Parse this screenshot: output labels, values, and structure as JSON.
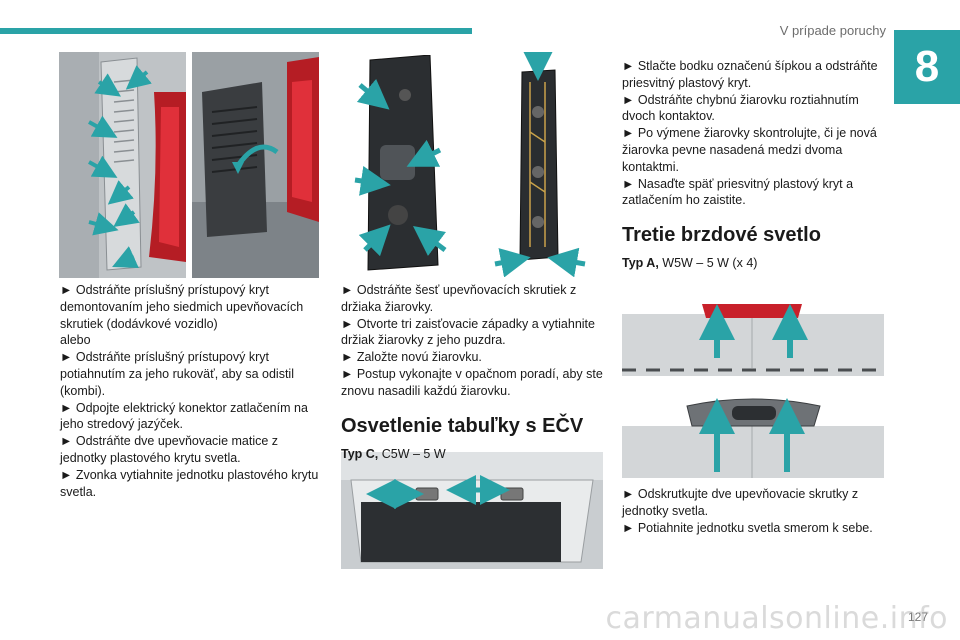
{
  "header": {
    "title": "V prípade poruchy",
    "chapter": "8",
    "page_number": "127"
  },
  "col1": {
    "paragraphs": [
      "► Odstráňte príslušný prístupový kryt demontovaním jeho siedmich upevňovacích skrutiek (dodávkové vozidlo)",
      "alebo",
      "► Odstráňte príslušný prístupový kryt potiahnutím za jeho rukoväť, aby sa odistil (kombi).",
      "► Odpojte elektrický konektor zatlačením na jeho stredový jazýček.",
      "► Odstráňte dve upevňovacie matice z jednotky plastového krytu svetla.",
      "► Zvonka vytiahnite jednotku plastového krytu svetla."
    ]
  },
  "col2": {
    "paragraphs": [
      "► Odstráňte šesť upevňovacích skrutiek z držiaka žiarovky.",
      "► Otvorte tri zaisťovacie západky a vytiahnite držiak žiarovky z jeho puzdra.",
      "► Založte novú žiarovku.",
      "► Postup vykonajte v opačnom poradí, aby ste znovu nasadili každú žiarovku."
    ],
    "section_title": "Osvetlenie tabuľky s EČV",
    "type_label": "Typ C,",
    "type_value": " C5W – 5 W"
  },
  "col3": {
    "paragraphs_top": [
      "► Stlačte bodku označenú šípkou a odstráňte priesvitný plastový kryt.",
      "► Odstráňte chybnú žiarovku roztiahnutím dvoch kontaktov.",
      "► Po výmene žiarovky skontrolujte, či je nová žiarovka pevne nasadená medzi dvoma kontaktmi.",
      "► Nasaďte späť priesvitný plastový kryt a zatlačením ho zaistite."
    ],
    "section_title": "Tretie brzdové svetlo",
    "type_label": "Typ A,",
    "type_value": " W5W – 5 W (x 4)",
    "paragraphs_bottom": [
      "► Odskrutkujte dve upevňovacie skrutky z jednotky svetla.",
      "► Potiahnite jednotku svetla smerom k sebe."
    ]
  },
  "watermark": "carmanualsonline.info",
  "colors": {
    "accent": "#2aa3a7",
    "arrow": "#2aa3a7",
    "lamp_red": "#c8202a"
  }
}
